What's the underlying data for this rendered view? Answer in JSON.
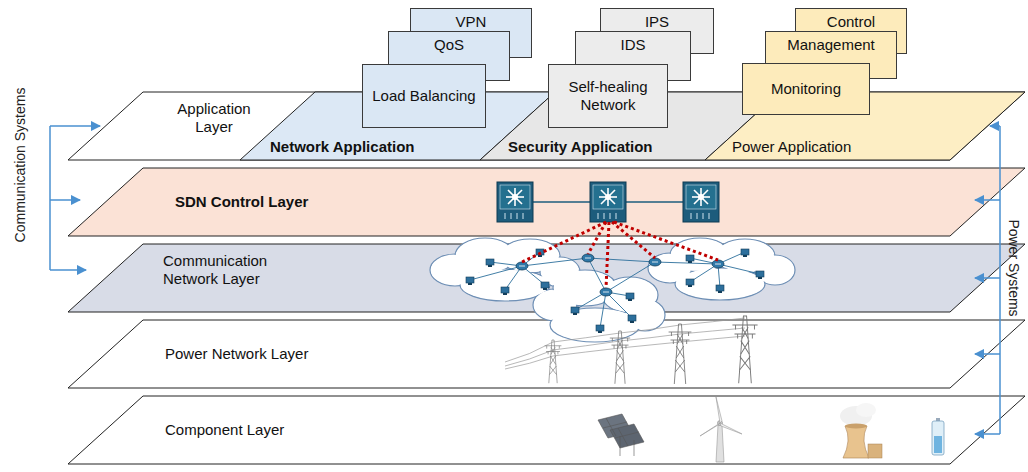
{
  "diagram": {
    "nodes": [
      {
        "text": [
          "Application Layer"
        ]
      },
      {
        "text": [
          "Network Application"
        ],
        "in": 0
      },
      {
        "text": [
          "Security Application"
        ],
        "in": 0
      },
      {
        "text": [
          "Power Application"
        ],
        "in": 0
      },
      {
        "text": [
          "VPN"
        ]
      },
      {
        "text": [
          "QoS"
        ]
      },
      {
        "text": [
          "Load Balancing"
        ]
      },
      {
        "text": [
          "IPS"
        ]
      },
      {
        "text": [
          "IDS"
        ]
      },
      {
        "text": [
          "Self-healing Network"
        ]
      },
      {
        "text": [
          "Control"
        ]
      },
      {
        "text": [
          "Management"
        ]
      },
      {
        "text": [
          "Monitoring"
        ]
      },
      {
        "text": [
          "SDN Control Layer"
        ]
      },
      {
        "text": [
          "Communication Network Layer"
        ]
      },
      {
        "text": [
          "Power Network Layer"
        ]
      },
      {
        "text": [
          "Component Layer"
        ]
      }
    ],
    "labels": [
      "Communication Systems",
      "Power Systems"
    ]
  }
}
